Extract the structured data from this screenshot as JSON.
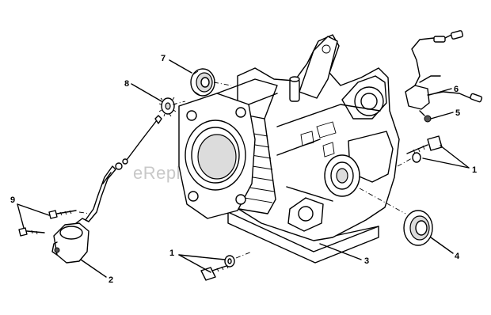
{
  "watermark": "eReplacementParts.com",
  "callouts": {
    "c1a": "1",
    "c1b": "1",
    "c2": "2",
    "c3": "3",
    "c4": "4",
    "c5": "5",
    "c6": "6",
    "c7": "7",
    "c8": "8",
    "c9": "9"
  }
}
